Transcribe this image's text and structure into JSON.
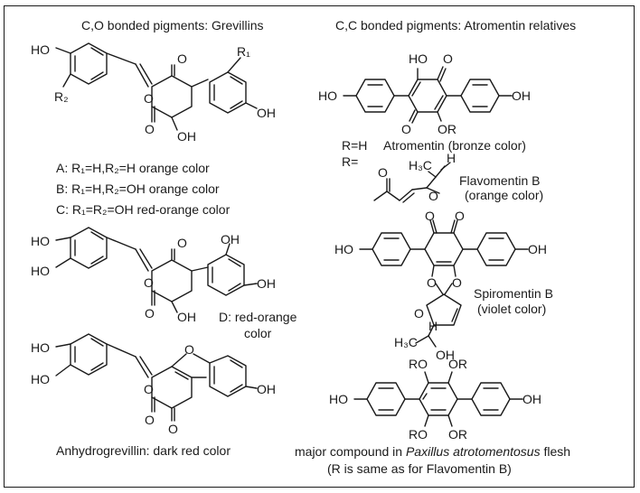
{
  "left": {
    "heading": "C,O bonded pigments: Grevillins",
    "grevillin_caption_a": "A: R₁=H,R₂=H   orange color",
    "grevillin_caption_b": "B: R₁=H,R₂=OH orange color",
    "grevillin_caption_c": "C: R₁=R₂=OH red-orange color",
    "grevillin_d_caption_1": "D:  red-orange",
    "grevillin_d_caption_2": "color",
    "anhydro_caption": "Anhydrogrevillin: dark red color"
  },
  "right": {
    "heading": "C,C bonded pigments: Atromentin relatives",
    "r_h": "R=H",
    "atromentin_caption": "Atromentin (bronze color)",
    "r_eq": "R=",
    "flavomentin_caption_1": "Flavomentin B",
    "flavomentin_caption_2": "(orange color)",
    "spiromentin_caption_1": "Spiromentin B",
    "spiromentin_caption_2": "(violet color)",
    "major_caption_prefix": "major compound in ",
    "major_caption_species": "Paxillus atrotomentosus",
    "major_caption_suffix": " flesh",
    "major_caption_2": "(R is same as for Flavomentin B)"
  },
  "atoms": {
    "ho": "HO",
    "oh": "OH",
    "o": "O",
    "or": "OR",
    "ro": "RO",
    "r1": "R₁",
    "r2": "R₂",
    "h": "H",
    "h3c": "H₃C"
  }
}
